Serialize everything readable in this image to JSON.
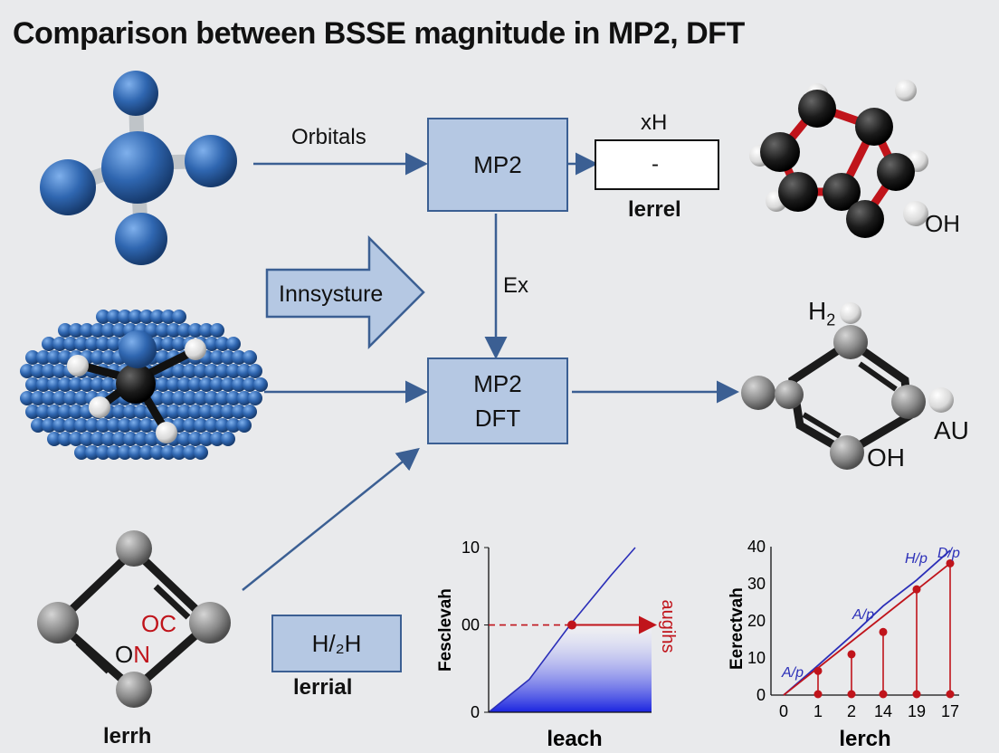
{
  "title": "Comparison between BSSE magnitude in MP2, DFT",
  "colors": {
    "box_fill": "#b5c8e3",
    "box_border": "#3b5f93",
    "arrow": "#3b5f93",
    "atom_blue": "#2f66b0",
    "bond_red": "#c0141b",
    "series_blue": "#2b2fb8",
    "series_red": "#c0141b"
  },
  "labels": {
    "orbitals": "Orbitals",
    "ex": "Ex",
    "xh": "xH",
    "dash": "-",
    "lerrel": "lerrel",
    "oh_top": "OH",
    "h2": "H",
    "h2_sub": "2",
    "au": "AU",
    "oh_ring": "OH",
    "oc": "OC",
    "on_o": "O",
    "on_n": "N",
    "lerrh": "lerrh"
  },
  "boxes": {
    "mp2_top": "MP2",
    "mid_line1": "MP2",
    "mid_line2": "DFT",
    "innsysture": "Innsysture",
    "h2h": "H/₂H",
    "lerrial": "lerrial"
  },
  "chart_data": [
    {
      "type": "area",
      "xlabel": "leach",
      "ylabel": "Fesclevah",
      "y_ticks": [
        "10",
        "00",
        "0"
      ],
      "series": [
        {
          "values": [
            [
              0,
              0
            ],
            [
              2.5,
              2.0
            ],
            [
              5.0,
              5.3
            ],
            [
              7.5,
              8.3
            ],
            [
              9.0,
              10
            ]
          ]
        }
      ],
      "annotation": {
        "text": "augihs",
        "y_label": "00"
      },
      "grid": false
    },
    {
      "type": "line",
      "xlabel": "lerch",
      "ylabel": "Eerectvah",
      "categories": [
        "0",
        "1",
        "2",
        "14",
        "19",
        "17"
      ],
      "ylim": [
        0,
        40
      ],
      "y_ticks": [
        0,
        10,
        20,
        30,
        40
      ],
      "series": [
        {
          "name": "H/p",
          "color": "blue",
          "values": [
            0,
            8,
            16,
            24,
            31,
            39
          ]
        },
        {
          "name": "D/p",
          "color": "red",
          "values": [
            0,
            6.5,
            11,
            17,
            28.5,
            35.5
          ]
        }
      ],
      "series_labels": [
        "H/p",
        "D/p",
        "A/p",
        "A/p"
      ],
      "stems": [
        6.5,
        11,
        17,
        28.5,
        35.5
      ],
      "grid": false
    }
  ]
}
